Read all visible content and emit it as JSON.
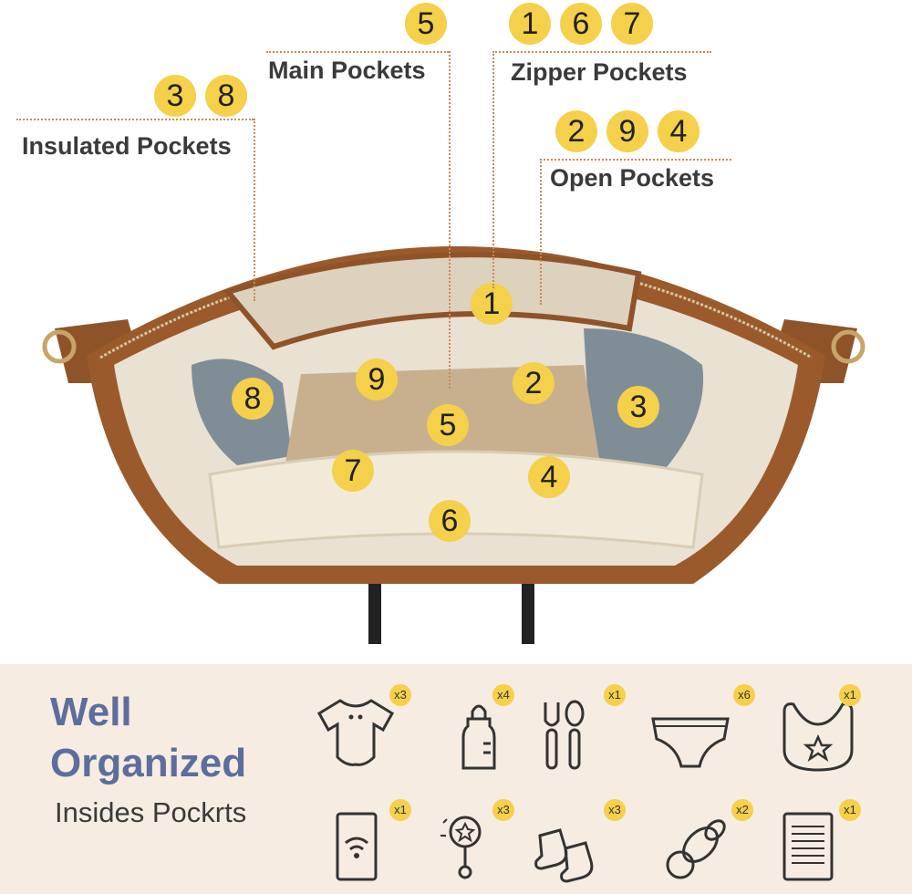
{
  "callouts": {
    "main": {
      "label": "Main Pockets",
      "numbers": [
        "5"
      ]
    },
    "zipper": {
      "label": "Zipper Pockets",
      "numbers": [
        "1",
        "6",
        "7"
      ]
    },
    "insulated": {
      "label": "Insulated Pockets",
      "numbers": [
        "3",
        "8"
      ]
    },
    "open": {
      "label": "Open Pockets",
      "numbers": [
        "2",
        "9",
        "4"
      ]
    }
  },
  "pocket_markers": [
    "1",
    "2",
    "3",
    "4",
    "5",
    "6",
    "7",
    "8",
    "9"
  ],
  "panel": {
    "title_line1": "Well",
    "title_line2": "Organized",
    "subtitle": "Insides Pockrts"
  },
  "items": [
    {
      "icon": "baby-onesie-icon",
      "count": "x3"
    },
    {
      "icon": "baby-bottle-icon",
      "count": "x4"
    },
    {
      "icon": "spoon-fork-icon",
      "count": "x1"
    },
    {
      "icon": "diaper-icon",
      "count": "x6"
    },
    {
      "icon": "bib-icon",
      "count": "x1"
    },
    {
      "icon": "phone-icon",
      "count": "x1"
    },
    {
      "icon": "rattle-icon",
      "count": "x3"
    },
    {
      "icon": "socks-icon",
      "count": "x3"
    },
    {
      "icon": "pacifier-icon",
      "count": "x2"
    },
    {
      "icon": "tablet-icon",
      "count": "x1"
    }
  ],
  "colors": {
    "badge": "#f5d04a",
    "title": "#5d6d9c",
    "panel_bg": "#f6ece1",
    "leather": "#9a5a2c",
    "lining": "#e9e1d2",
    "insulated": "#7f8e96"
  }
}
